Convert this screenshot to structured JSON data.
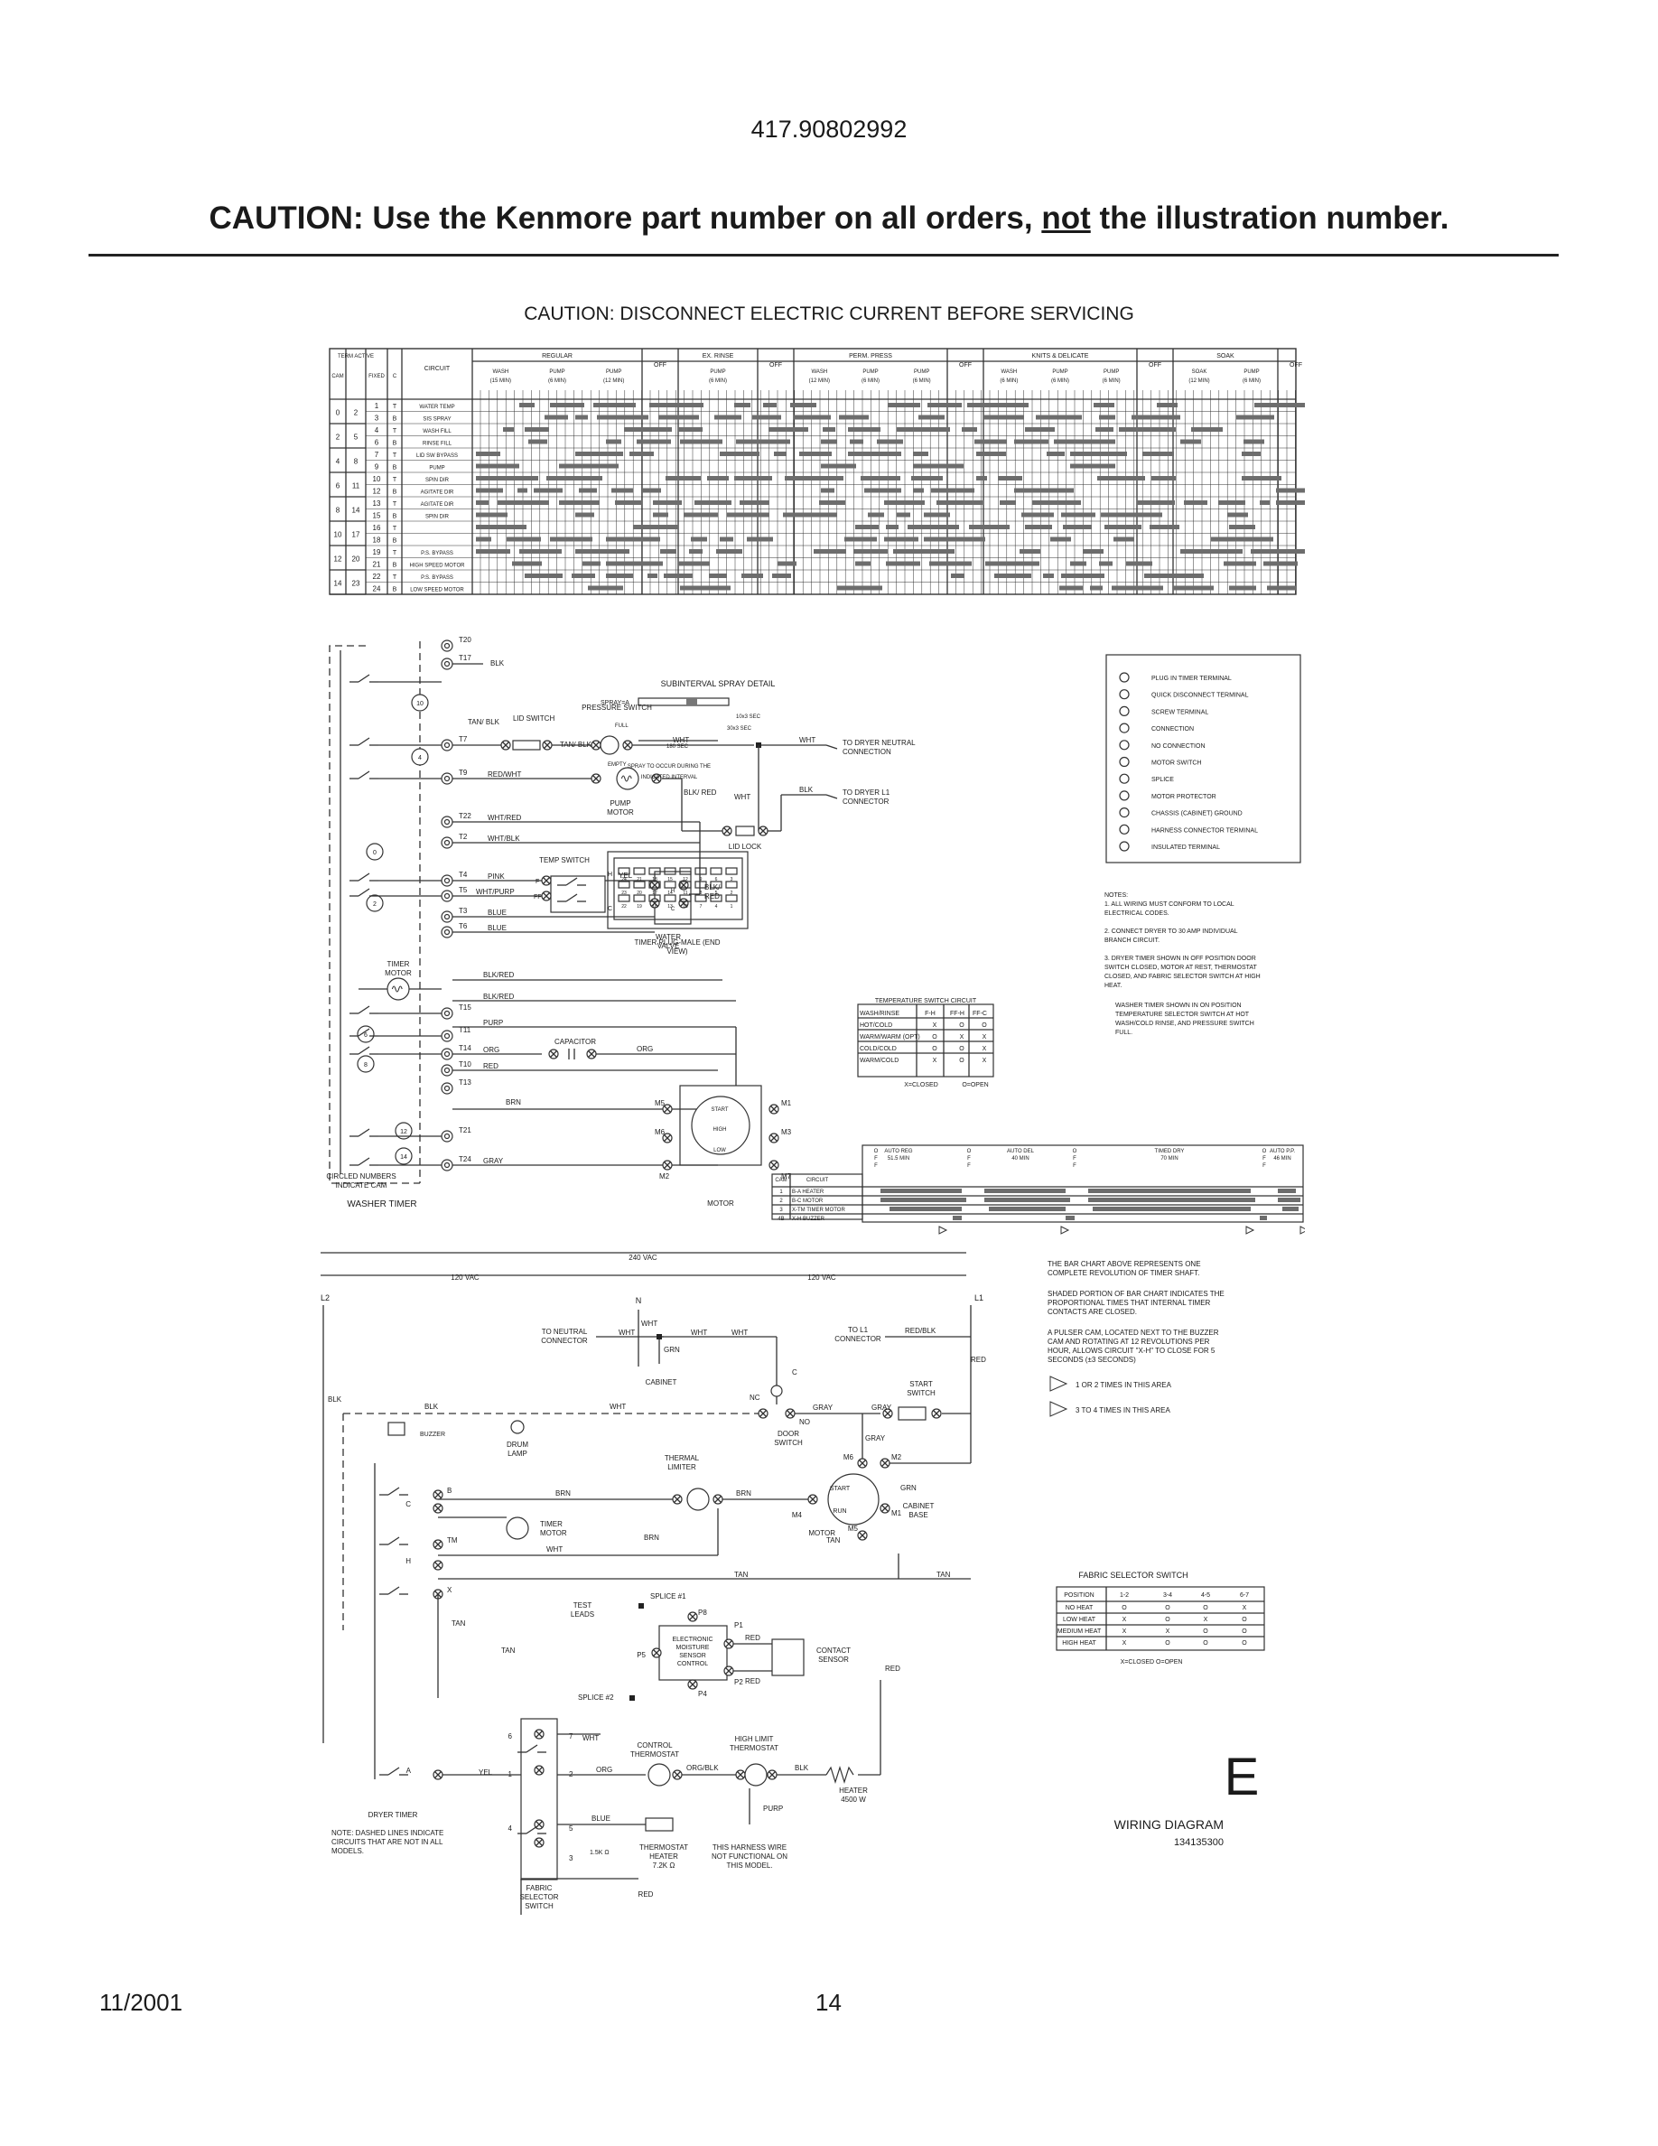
{
  "header": {
    "part_number": "417.90802992",
    "caution_before": "CAUTION: Use the Kenmore part number on all orders, ",
    "caution_not": "not",
    "caution_after": " the illustration number.",
    "disconnect_warning": "CAUTION: DISCONNECT ELECTRIC CURRENT BEFORE SERVICING"
  },
  "timer_chart": {
    "head": [
      "CAM",
      "TERM ACTIVE",
      "TERM FIXED",
      "CONTACT",
      "CIRCUIT"
    ],
    "cycles": [
      "REGULAR",
      "OFF",
      "EX. RINSE",
      "OFF",
      "PERM. PRESS",
      "OFF",
      "KNITS & DELICATE",
      "OFF",
      "SOAK",
      "OFF"
    ],
    "sub": [
      "WASH (15 MIN)",
      "PUMP (6 MIN)",
      "PUMP (12 MIN)",
      "PUMP (6 MIN)",
      "WASH (12 MIN)",
      "PUMP (6 MIN)",
      "PUMP (6 MIN)",
      "WASH (6 MIN)",
      "PUMP (6 MIN)",
      "PUMP (6 MIN)",
      "SOAK (12 MIN)",
      "PUMP (6 MIN)"
    ],
    "rows": [
      {
        "cam": "0",
        "active": "2",
        "fixed": "1",
        "contact": "T",
        "circuit": "WATER TEMP"
      },
      {
        "cam": "",
        "active": "",
        "fixed": "3",
        "contact": "B",
        "circuit": "SIS SPRAY"
      },
      {
        "cam": "2",
        "active": "5",
        "fixed": "4",
        "contact": "T",
        "circuit": "WASH FILL"
      },
      {
        "cam": "",
        "active": "",
        "fixed": "6",
        "contact": "B",
        "circuit": "RINSE FILL"
      },
      {
        "cam": "4",
        "active": "8",
        "fixed": "7",
        "contact": "T",
        "circuit": "LID SW BYPASS"
      },
      {
        "cam": "",
        "active": "",
        "fixed": "9",
        "contact": "B",
        "circuit": "PUMP"
      },
      {
        "cam": "6",
        "active": "11",
        "fixed": "10",
        "contact": "T",
        "circuit": "SPIN DIR"
      },
      {
        "cam": "",
        "active": "",
        "fixed": "12",
        "contact": "B",
        "circuit": "AGITATE DIR"
      },
      {
        "cam": "8",
        "active": "14",
        "fixed": "13",
        "contact": "T",
        "circuit": "AGITATE DIR"
      },
      {
        "cam": "",
        "active": "",
        "fixed": "15",
        "contact": "B",
        "circuit": "SPIN DIR"
      },
      {
        "cam": "10",
        "active": "17",
        "fixed": "16",
        "contact": "T",
        "circuit": ""
      },
      {
        "cam": "",
        "active": "",
        "fixed": "18",
        "contact": "B",
        "circuit": ""
      },
      {
        "cam": "12",
        "active": "20",
        "fixed": "19",
        "contact": "T",
        "circuit": "P.S. BYPASS"
      },
      {
        "cam": "",
        "active": "",
        "fixed": "21",
        "contact": "B",
        "circuit": "HIGH SPEED MOTOR"
      },
      {
        "cam": "14",
        "active": "23",
        "fixed": "22",
        "contact": "T",
        "circuit": "P.S. BYPASS"
      },
      {
        "cam": "",
        "active": "",
        "fixed": "24",
        "contact": "B",
        "circuit": "LOW SPEED MOTOR"
      }
    ]
  },
  "washer": {
    "terminals": [
      "T20",
      "T17",
      "T7",
      "T9",
      "T22",
      "T2",
      "T4",
      "T5",
      "T3",
      "T6",
      "T15",
      "T11",
      "T14",
      "T10",
      "T13",
      "T21",
      "T24"
    ],
    "wires": [
      "BLK",
      "TAN/ BLK",
      "TAN/ BLK",
      "RED/WHT",
      "WHT/RED",
      "WHT/BLK",
      "PINK",
      "WHT/PURP",
      "BLUE",
      "BLUE",
      "BLK/RED",
      "BLK/RED",
      "PURP",
      "ORG",
      "RED",
      "BRN",
      "GRAY",
      "WHT",
      "WHT",
      "BLK/ RED",
      "BLK",
      "BLK/ RED",
      "YEL",
      "ORG"
    ],
    "cams": [
      "10",
      "4",
      "0",
      "2",
      "6",
      "8",
      "12",
      "14"
    ],
    "labels": {
      "lid_switch": "LID SWITCH",
      "pressure_switch": "PRESSURE SWITCH",
      "full": "FULL",
      "empty": "EMPTY",
      "pump_motor": "PUMP MOTOR",
      "lid_lock": "LID LOCK",
      "temp_switch": "TEMP SWITCH",
      "water_valve": "WATER VALVE",
      "timer_motor": "TIMER MOTOR",
      "capacitor": "CAPACITOR",
      "start": "START",
      "high": "HIGH",
      "low": "LOW",
      "motor": "MOTOR",
      "circled_note": "CIRCLED NUMBERS INDICATE CAM",
      "washer_timer": "WASHER TIMER",
      "to_dryer_neutral": "TO DRYER NEUTRAL CONNECTION",
      "to_dryer_l1": "TO DRYER L1 CONNECTOR"
    }
  },
  "subinterval": {
    "title": "SUBINTERVAL SPRAY DETAIL",
    "spray": "SPRAY=A",
    "t1": "10x3 SEC",
    "t2": "30x3 SEC",
    "t3": "180 SEC",
    "note": "SPRAY TO OCCUR DURING THE INDICATED INTERVAL"
  },
  "plug": {
    "title": "TIMER PLUG-MALE (END VIEW)",
    "top_row": [
      "24",
      "21",
      "18",
      "15",
      "12",
      "9",
      "6",
      "3"
    ],
    "mid_row": [
      "23",
      "20",
      "17",
      "14",
      "11",
      "8",
      "5",
      "2"
    ],
    "bot_row": [
      "22",
      "19",
      "16",
      "13",
      "10",
      "7",
      "4",
      "1"
    ]
  },
  "legend": [
    "PLUG IN TIMER TERMINAL",
    "QUICK DISCONNECT TERMINAL",
    "SCREW TERMINAL",
    "CONNECTION",
    "NO CONNECTION",
    "MOTOR SWITCH",
    "SPLICE",
    "MOTOR PROTECTOR",
    "CHASSIS (CABINET) GROUND",
    "HARNESS CONNECTOR TERMINAL",
    "INSULATED TERMINAL"
  ],
  "notes": {
    "title": "NOTES:",
    "n1": "1. ALL WIRING MUST CONFORM TO LOCAL ELECTRICAL CODES.",
    "n2": "2. CONNECT DRYER TO 30 AMP INDIVIDUAL BRANCH CIRCUIT.",
    "n3": "3. DRYER TIMER SHOWN IN OFF POSITION DOOR SWITCH CLOSED, MOTOR AT REST, THERMOSTAT CLOSED, AND FABRIC SELECTOR SWITCH AT HIGH HEAT.",
    "n4": "WASHER TIMER SHOWN IN ON POSITION TEMPERATURE SELECTOR SWITCH AT HOT WASH/COLD RINSE, AND PRESSURE SWITCH FULL."
  },
  "temp_table": {
    "title": "TEMPERATURE SWITCH CIRCUIT",
    "header": [
      "WASH/RINSE",
      "F-H",
      "FF-H",
      "FF-C"
    ],
    "rows": [
      [
        "HOT/COLD",
        "X",
        "O",
        "O"
      ],
      [
        "WARM/WARM (OPT)",
        "O",
        "X",
        "X"
      ],
      [
        "COLD/COLD",
        "O",
        "O",
        "X"
      ],
      [
        "WARM/COLD",
        "X",
        "O",
        "X"
      ]
    ],
    "key_closed": "X=CLOSED",
    "key_open": "O=OPEN"
  },
  "dryer_chart": {
    "headers": [
      "AUTO REG 51.5 MIN",
      "AUTO DEL 40 MIN",
      "TIMED DRY 70 MIN",
      "AUTO P.P. 46 MIN"
    ],
    "off": "OFF",
    "cam_head": "CAM",
    "circuit_head": "CIRCUIT",
    "rows": [
      {
        "cam": "1",
        "circuit": "B-A HEATER"
      },
      {
        "cam": "2",
        "circuit": "B-C MOTOR"
      },
      {
        "cam": "3",
        "circuit": "X-TM TIMER MOTOR"
      },
      {
        "cam": "4B",
        "circuit": "X-H BUZZER"
      }
    ]
  },
  "bar_notes": {
    "p1": "THE BAR CHART ABOVE REPRESENTS ONE COMPLETE REVOLUTION OF TIMER SHAFT.",
    "p2": "SHADED PORTION OF BAR CHART INDICATES THE PROPORTIONAL TIMES THAT INTERNAL TIMER CONTACTS ARE CLOSED.",
    "p3": "A PULSER CAM, LOCATED NEXT TO THE BUZZER CAM AND ROTATING AT 12 REVOLUTIONS PER HOUR, ALLOWS CIRCUIT \"X-H\" TO CLOSE FOR 5 SECONDS (±3 SECONDS)",
    "s1": "1 OR 2 TIMES IN THIS AREA",
    "s2": "3 TO 4 TIMES IN THIS AREA"
  },
  "dryer": {
    "v240": "240 VAC",
    "v120": "120 VAC",
    "l2": "L2",
    "n": "N",
    "l1": "L1",
    "wires": [
      "BLK",
      "BLK",
      "WHT",
      "WHT",
      "WHT",
      "WHT",
      "RED/BLK",
      "RED",
      "GRN",
      "GRAY",
      "GRAY",
      "GRAY",
      "BRN",
      "BRN",
      "BRN",
      "WHT",
      "TAN",
      "TAN",
      "TAN",
      "TAN",
      "GRN",
      "RED",
      "RED",
      "WHT",
      "ORG",
      "ORG/BLK",
      "BLK",
      "BLUE",
      "PURP",
      "RED",
      "YEL"
    ],
    "labels": {
      "to_neutral": "TO NEUTRAL CONNECTOR",
      "to_l1": "TO L1 CONNECTOR",
      "cabinet": "CABINET",
      "buzzer": "BUZZER",
      "drum_lamp": "DRUM LAMP",
      "door_switch": "DOOR SWITCH",
      "nc": "NC",
      "no": "NO",
      "c": "C",
      "start_switch": "START SWITCH",
      "thermal_limiter": "THERMAL LIMITER",
      "timer_motor": "TIMER MOTOR",
      "start": "START",
      "run": "RUN",
      "motor": "MOTOR",
      "cabinet_base": "CABINET BASE",
      "splice1": "SPLICE #1",
      "splice2": "SPLICE #2",
      "test_leads": "TEST LEADS",
      "ems": "ELECTRONIC MOISTURE SENSOR CONTROL",
      "contact_sensor": "CONTACT SENSOR",
      "control_thermostat": "CONTROL THERMOSTAT",
      "high_limit": "HIGH LIMIT THERMOSTAT",
      "heater": "HEATER 4500 W",
      "thermostat_heater": "THERMOSTAT HEATER 7.2K Ω",
      "res": "1.5K Ω",
      "harness": "THIS HARNESS WIRE NOT FUNCTIONAL ON THIS MODEL.",
      "fabric_selector": "FABRIC SELECTOR SWITCH",
      "dryer_timer": "DRYER TIMER",
      "note": "NOTE: DASHED LINES INDICATE CIRCUITS THAT ARE NOT IN ALL MODELS.",
      "m1": "M1",
      "m2": "M2",
      "m4": "M4",
      "m5": "M5",
      "m6": "M6",
      "p1": "P1",
      "p2": "P2",
      "p4": "P4",
      "p5": "P5",
      "p8": "P8"
    },
    "timer_terms": [
      "B",
      "C",
      "TM",
      "H",
      "X",
      "A"
    ]
  },
  "fabric_table": {
    "title": "FABRIC SELECTOR SWITCH",
    "header": [
      "POSITION",
      "1-2",
      "3-4",
      "4-5",
      "6-7"
    ],
    "rows": [
      [
        "NO HEAT",
        "O",
        "O",
        "O",
        "X"
      ],
      [
        "LOW HEAT",
        "X",
        "O",
        "X",
        "O"
      ],
      [
        "MEDIUM HEAT",
        "X",
        "X",
        "O",
        "O"
      ],
      [
        "HIGH HEAT",
        "X",
        "O",
        "O",
        "O"
      ]
    ],
    "key": "X=CLOSED    O=OPEN"
  },
  "title_block": {
    "letter": "E",
    "title": "WIRING DIAGRAM",
    "number": "134135300"
  },
  "footer": {
    "date": "11/2001",
    "page": "14"
  }
}
